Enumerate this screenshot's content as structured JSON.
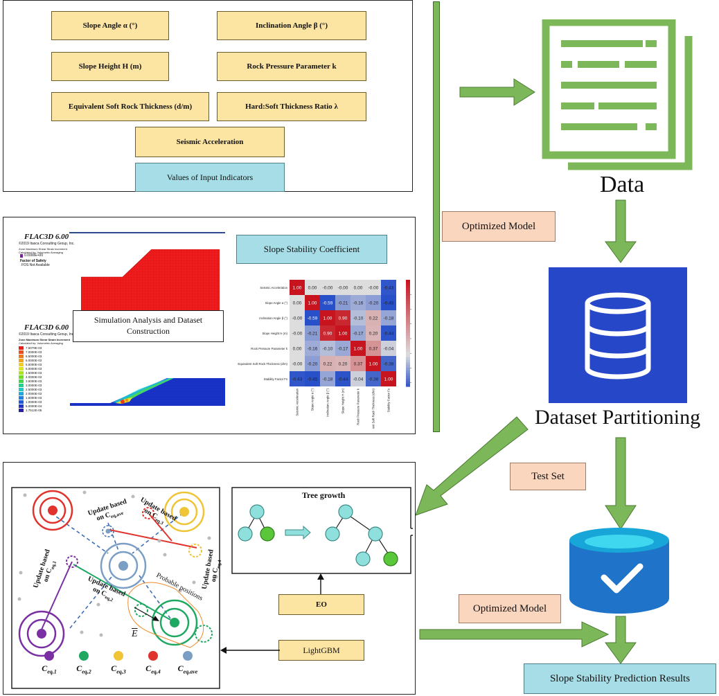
{
  "inputs": {
    "slope_angle": "Slope Angle α (°)",
    "inclination_angle": "Inclination Angle β (°)",
    "slope_height": "Slope Height H (m)",
    "rock_pressure": "Rock Pressure Parameter k",
    "soft_rock_thickness": "Equivalent Soft Rock Thickness (d/m)",
    "thickness_ratio": "Hard:Soft Thickness Ratio λ",
    "seismic": "Seismic Acceleration",
    "values_label": "Values of Input Indicators"
  },
  "data_label": "Data",
  "optimized_model_1": "Optimized Model",
  "dataset_partitioning": "Dataset Partitioning",
  "test_set": "Test Set",
  "optimized_model_2": "Optimized Model",
  "results_label": "Slope Stability Prediction Results",
  "simulation": {
    "flac_title_1": "FLAC3D 6.00",
    "flac_copy_1": "©2019 Itasca Consulting Group, Inc.",
    "flac_legend_1a": "Zone Maximum Shear Strain Increment",
    "flac_legend_1b": "Calculated by: Volumetric Averaging",
    "flac_legend_1c": "0.0000E+00",
    "flac_legend_1d": "Factor of Safety",
    "flac_legend_1e": "FOS Not Available",
    "flac_title_2": "FLAC3D 6.00",
    "flac_copy_2": "©2019 Itasca Consulting Group, Inc.",
    "flac_legend_2a": "Zone Maximum Shear Strain Increment",
    "flac_legend_2b": "Calculated by: Volumetric Averaging",
    "flac_scale": [
      "7.5079E-03",
      "7.0000E-03",
      "6.5000E-03",
      "6.0000E-03",
      "5.5000E-03",
      "5.0000E-03",
      "4.5000E-03",
      "4.0000E-03",
      "3.5000E-03",
      "3.0000E-03",
      "2.5000E-03",
      "2.0000E-03",
      "1.5000E-03",
      "1.0000E-03",
      "5.0000E-04",
      "1.7512E-05"
    ],
    "analysis_label": "Simulation Analysis and Dataset Construction",
    "coefficient_label": "Slope Stability Coefficient"
  },
  "chart_data": {
    "type": "heatmap",
    "rows": [
      "Seismic Acceleration",
      "Slope Angle α (°)",
      "Inclination Angle β (°)",
      "Slope Height H (m)",
      "Rock Pressure Parameter k",
      "Equivalent Soft Rock Thickness (d/m)",
      "Stability Factor Fs"
    ],
    "cols": [
      "Seismic Acceleration",
      "Slope Angle α (°)",
      "Inclination Angle β (°)",
      "Slope Height H (m)",
      "Rock Pressure Parameter k",
      "Equivalent Soft Rock Thickness (d/m)",
      "Stability Factor Fs"
    ],
    "values": [
      [
        1.0,
        0.0,
        -0.0,
        -0.0,
        0.0,
        -0.0,
        -0.43
      ],
      [
        0.0,
        1.0,
        -0.59,
        -0.21,
        -0.16,
        -0.2,
        -0.45
      ],
      [
        -0.0,
        -0.59,
        1.0,
        0.9,
        -0.1,
        0.22,
        -0.18
      ],
      [
        -0.0,
        -0.21,
        0.9,
        1.0,
        -0.17,
        0.2,
        -0.44
      ],
      [
        0.0,
        -0.16,
        -0.1,
        -0.17,
        1.0,
        0.37,
        -0.04
      ],
      [
        -0.0,
        -0.2,
        0.22,
        0.2,
        0.37,
        1.0,
        -0.38
      ],
      [
        -0.43,
        -0.45,
        -0.18,
        -0.44,
        -0.04,
        -0.38,
        1.0
      ]
    ],
    "labels": [
      [
        "1.00",
        "0.00",
        "-0.00",
        "-0.00",
        "0.00",
        "-0.00",
        "-0.43"
      ],
      [
        "0.00",
        "1.00",
        "-0.59",
        "-0.21",
        "-0.16",
        "-0.20",
        "-0.45"
      ],
      [
        "-0.00",
        "-0.59",
        "1.00",
        "0.90",
        "-0.10",
        "0.22",
        "-0.18"
      ],
      [
        "-0.00",
        "-0.21",
        "0.90",
        "1.00",
        "-0.17",
        "0.20",
        "-0.44"
      ],
      [
        "0.00",
        "-0.16",
        "-0.10",
        "-0.17",
        "1.00",
        "0.37",
        "-0.04"
      ],
      [
        "-0.00",
        "-0.20",
        "0.22",
        "0.20",
        "0.37",
        "1.00",
        "-0.38"
      ],
      [
        "-0.43",
        "-0.45",
        "-0.18",
        "-0.44",
        "-0.04",
        "-0.38",
        "1.00"
      ]
    ],
    "colorbar_ticks": [
      "0.8",
      "0.6",
      "0.4",
      "0.2",
      "0.0",
      "-0.2",
      "-0.4"
    ],
    "colorbar_range": [
      -0.45,
      1.0
    ]
  },
  "eo": {
    "update_1": "Update based",
    "update_1b": "on C",
    "update_1_sub": "eq,ave",
    "update_2": "Update based",
    "update_2b": "on C",
    "update_2_sub": "eq,3",
    "update_3": "Update based",
    "update_3b": "on C",
    "update_3_sub": "eq,1",
    "update_4": "Update based",
    "update_4b": "on C",
    "update_4_sub": "eq,2",
    "update_5": "Update based",
    "update_5b": "on C",
    "update_5_sub": "eq,4",
    "probable": "Probable positions",
    "vector": "E",
    "legend": [
      {
        "main": "C",
        "sub": "eq,1",
        "color": "#7a2fa3"
      },
      {
        "main": "C",
        "sub": "eq,2",
        "color": "#1ea862"
      },
      {
        "main": "C",
        "sub": "eq,3",
        "color": "#f0c437"
      },
      {
        "main": "C",
        "sub": "eq,4",
        "color": "#e0332d"
      },
      {
        "main": "C",
        "sub": "eq,ave",
        "color": "#7b9ec4"
      }
    ]
  },
  "tree_growth": "Tree growth",
  "eo_label": "EO",
  "lightgbm_label": "LightGBM",
  "colors": {
    "green": "#7cb85a",
    "dark_green": "#6aa547",
    "blue_box": "#2747c9",
    "cylinder": "#1f74c9"
  }
}
